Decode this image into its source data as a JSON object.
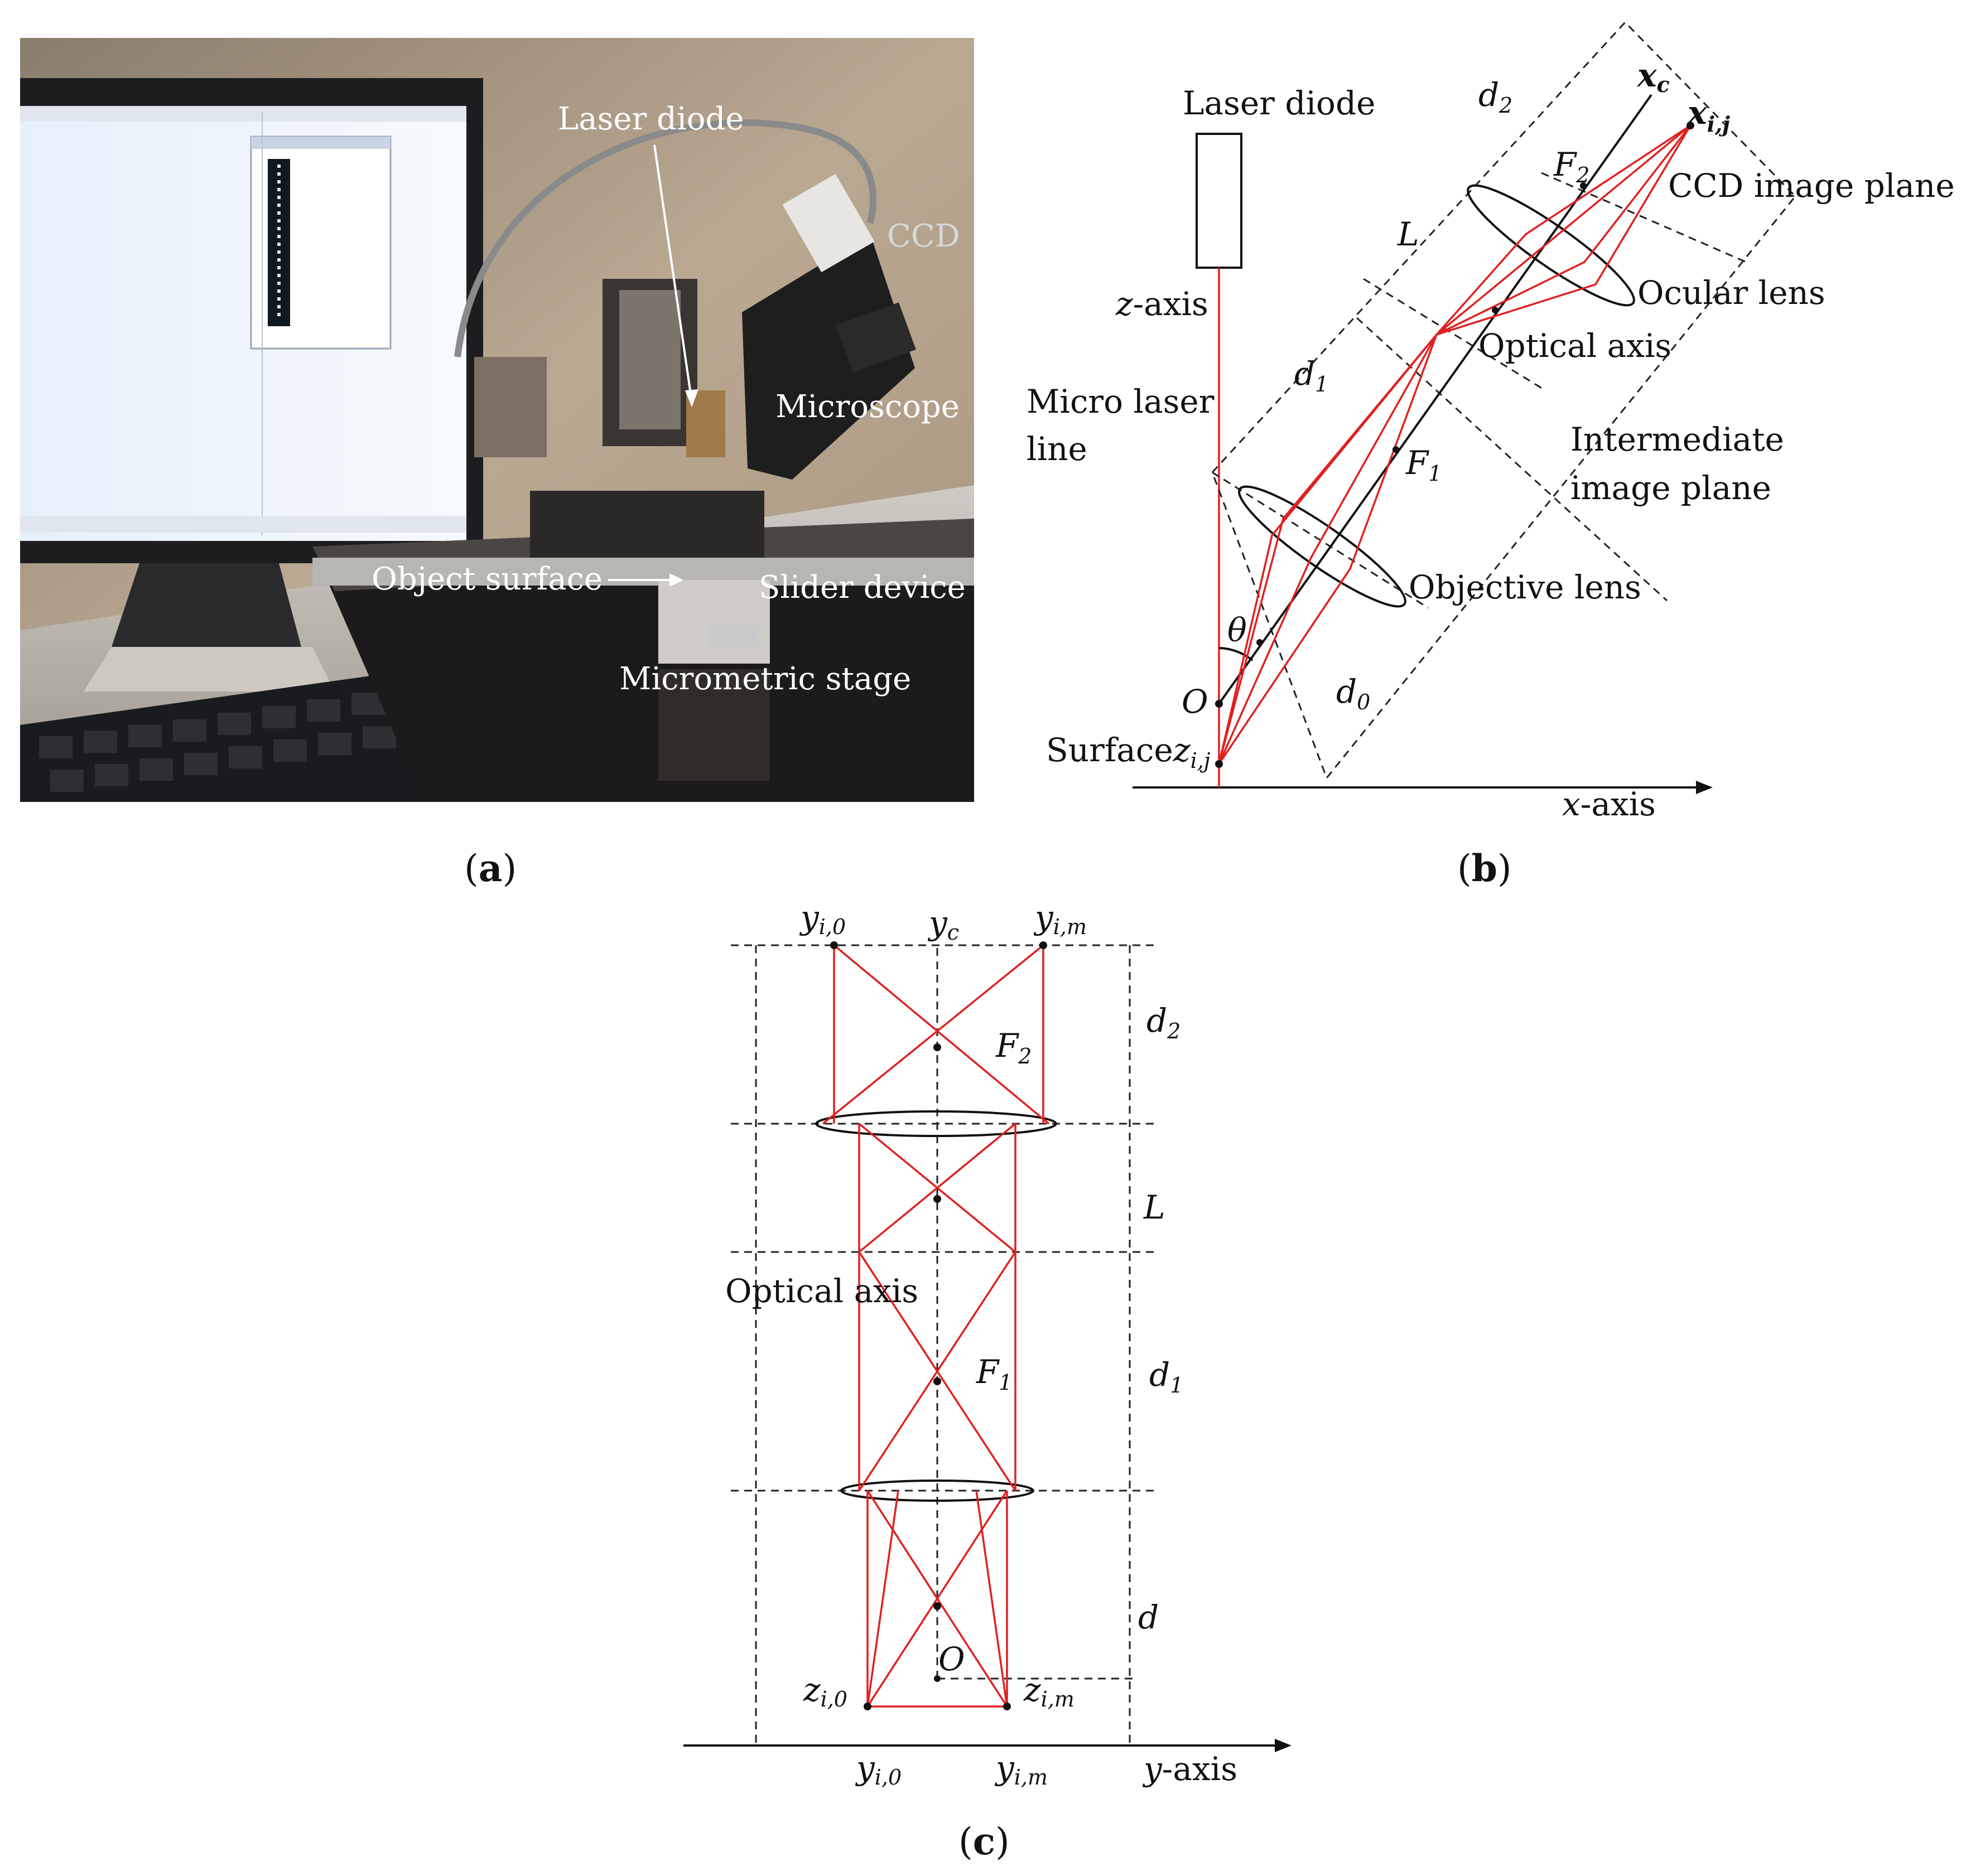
{
  "panels": {
    "a": {
      "label_open": "(",
      "label_letter": "a",
      "label_close": ")",
      "annotations": {
        "laser_diode": "Laser diode",
        "ccd": "CCD",
        "microscope": "Microscope",
        "object_surface": "Object surface",
        "slider_device": "Slider device",
        "micrometric_stage": "Micrometric stage"
      }
    },
    "b": {
      "label_open": "(",
      "label_letter": "b",
      "label_close": ")",
      "labels": {
        "laser_diode": "Laser diode",
        "z_axis": "z",
        "z_axis_suffix": "-axis",
        "micro_laser_line_1": "Micro laser",
        "micro_laser_line_2": "line",
        "d2": "d",
        "d2_sub": "2",
        "L": "L",
        "d1": "d",
        "d1_sub": "1",
        "d0": "d",
        "d0_sub": "0",
        "xc": "x",
        "xc_sub": "c",
        "xij": "x",
        "xij_sub": "i,j",
        "F2": "F",
        "F2_sub": "2",
        "F1": "F",
        "F1_sub": "1",
        "ccd_image_plane": "CCD image plane",
        "ocular_lens": "Ocular lens",
        "optical_axis": "Optical axis",
        "intermediate_1": "Intermediate",
        "intermediate_2": "image plane",
        "objective_lens": "Objective lens",
        "theta": "θ",
        "O": "O",
        "surface": "Surface",
        "zij": "z",
        "zij_sub": "i,j",
        "x_axis": "x",
        "x_axis_suffix": "-axis"
      }
    },
    "c": {
      "label_open": "(",
      "label_letter": "c",
      "label_close": ")",
      "labels": {
        "yi0_top": "y",
        "yi0_top_sub": "i,0",
        "yc": "y",
        "yc_sub": "c",
        "yim_top": "y",
        "yim_top_sub": "i,m",
        "d2": "d",
        "d2_sub": "2",
        "F2": "F",
        "F2_sub": "2",
        "L": "L",
        "optical_axis": "Optical axis",
        "d1": "d",
        "d1_sub": "1",
        "F1": "F",
        "F1_sub": "1",
        "d": "d",
        "O": "O",
        "zi0": "z",
        "zi0_sub": "i,0",
        "zim": "z",
        "zim_sub": "i,m",
        "yi0_bottom": "y",
        "yi0_bottom_sub": "i,0",
        "yim_bottom": "y",
        "yim_bottom_sub": "i,m",
        "y_axis": "y",
        "y_axis_suffix": "-axis"
      }
    }
  },
  "colors": {
    "ray": "#e02020",
    "ink": "#111111"
  }
}
